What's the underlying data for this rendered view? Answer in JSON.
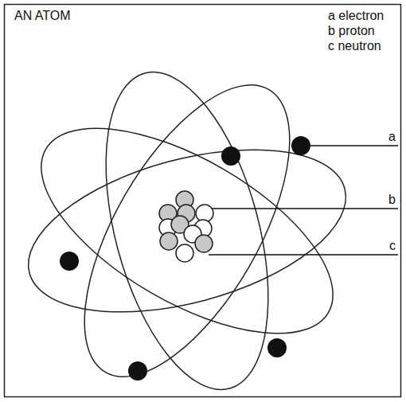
{
  "diagram": {
    "title": "AN ATOM",
    "labels": [
      "a electron",
      "b proton",
      "c neutron",
      "a",
      "b",
      "c"
    ]
  }
}
